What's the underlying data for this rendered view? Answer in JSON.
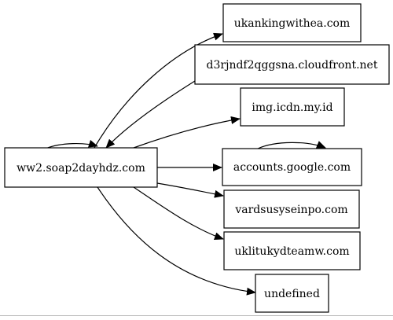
{
  "graph": {
    "nodes": [
      {
        "id": "source",
        "label": "ww2.soap2dayhdz.com"
      },
      {
        "id": "n1",
        "label": "ukankingwithea.com"
      },
      {
        "id": "n2",
        "label": "d3rjndf2qggsna.cloudfront.net"
      },
      {
        "id": "n3",
        "label": "img.icdn.my.id"
      },
      {
        "id": "n4",
        "label": "accounts.google.com"
      },
      {
        "id": "n5",
        "label": "vardsusyseinpo.com"
      },
      {
        "id": "n6",
        "label": "uklitukydteamw.com"
      },
      {
        "id": "n7",
        "label": "undefined"
      }
    ],
    "edges": [
      {
        "from": "source",
        "to": "source"
      },
      {
        "from": "source",
        "to": "n1"
      },
      {
        "from": "n2",
        "to": "source"
      },
      {
        "from": "source",
        "to": "n3"
      },
      {
        "from": "source",
        "to": "n4"
      },
      {
        "from": "n4",
        "to": "n4"
      },
      {
        "from": "source",
        "to": "n5"
      },
      {
        "from": "source",
        "to": "n6"
      },
      {
        "from": "source",
        "to": "n7"
      }
    ]
  }
}
